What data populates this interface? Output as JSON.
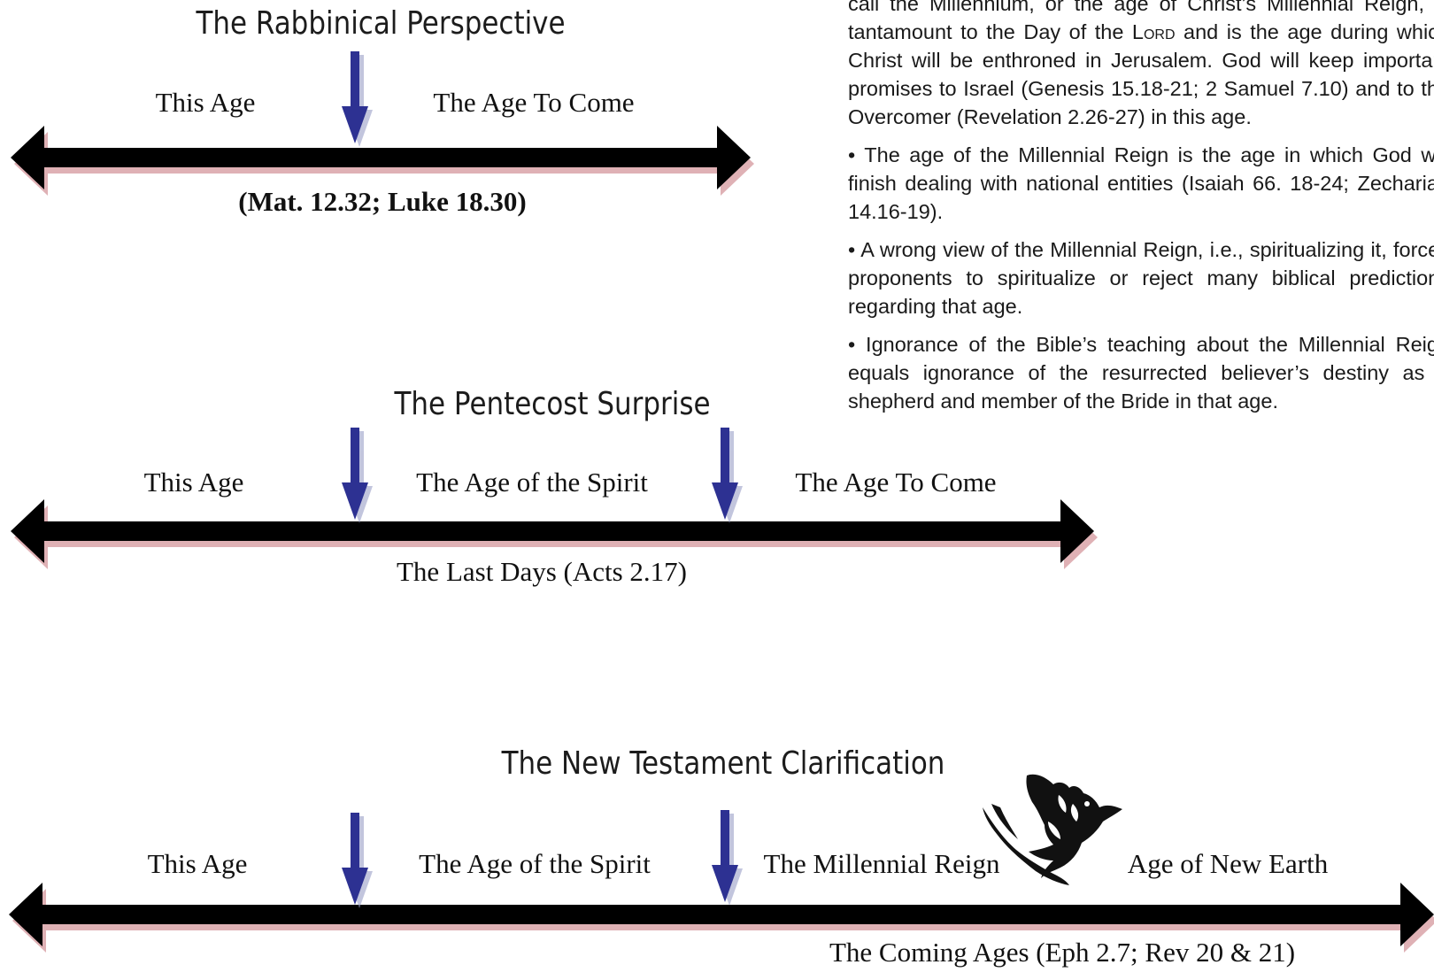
{
  "text_panel": {
    "paragraphs": [
      "call the Millennium, or the age of Christ’s Millennial Reign, is tantamount to the Day of the LORD and is the age during which Christ will be enthroned in Jerusalem. God will keep important promises to Israel (Genesis 15.18-21; 2 Samuel 7.10) and to the Overcomer (Revelation 2.26-27) in this age.",
      "• The age of the Millennial Reign is the age in which God will finish dealing with national entities (Isaiah 66. 18-24; Zechariah 14.16-19).",
      "• A wrong view of the Millennial Reign, i.e., spiritualizing it, forces proponents to spiritualize or reject many biblical predictions regarding that age.",
      "• Ignorance of the Bible’s teaching about the Millennial Reign equals ignorance of the resurrected believer’s destiny as a shepherd and member of the Bride in that age."
    ]
  },
  "diagrams": [
    {
      "title": "The Rabbinical Perspective",
      "ages": [
        "This Age",
        "The Age To Come"
      ],
      "reference": "(Mat. 12.32; Luke 18.30)"
    },
    {
      "title": "The Pentecost Surprise",
      "ages": [
        "This Age",
        "The Age of the Spirit",
        "The Age To Come"
      ],
      "reference": "The Last Days (Acts 2.17)"
    },
    {
      "title": "The New Testament Clarification",
      "ages": [
        "This Age",
        "The Age of the Spirit",
        "The Millennial Reign",
        "Age of New Earth"
      ],
      "reference": "The Coming Ages (Eph 2.7; Rev 20 & 21)"
    }
  ],
  "colors": {
    "timeline": "#000000",
    "timeline_shadow": "#d9a3a8",
    "divider_arrow": "#2d3192",
    "title_text": "#1c1c1c",
    "body_text": "#1a1a1a"
  },
  "icons": {
    "dove": "dove-icon"
  }
}
